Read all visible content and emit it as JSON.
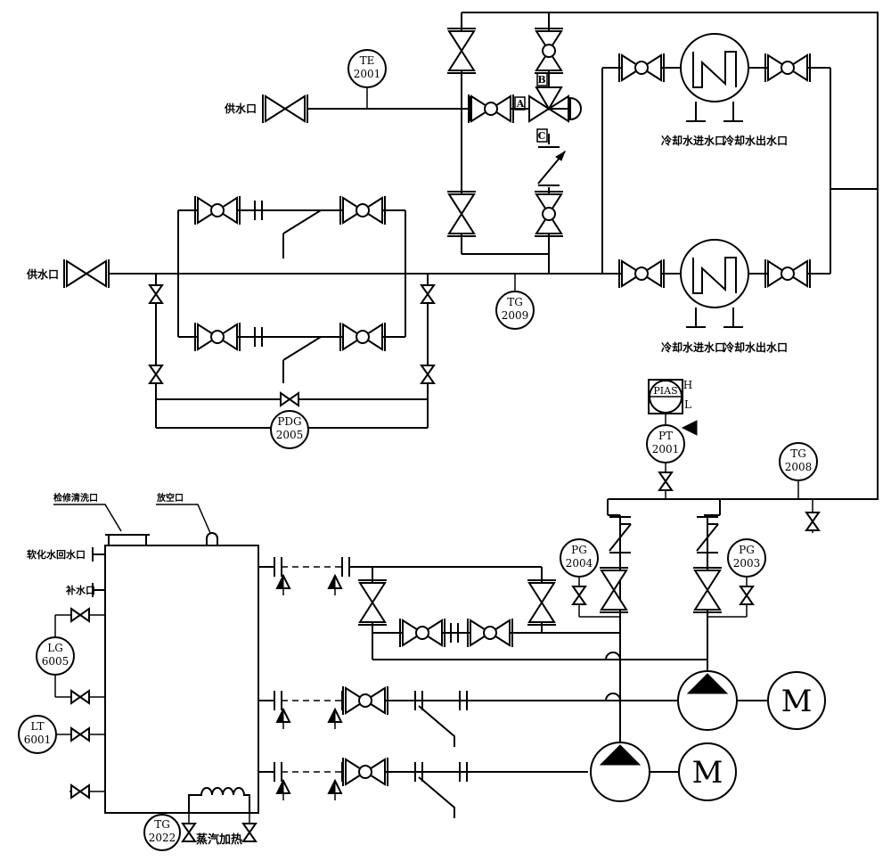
{
  "labels": {
    "supply_port_top": "供水口",
    "supply_port_left": "供水口",
    "cooling_in_1": "冷却水进水口",
    "cooling_out_1": "冷却水出水口",
    "cooling_in_2": "冷却水进水口",
    "cooling_out_2": "冷却水出水口",
    "maintenance_port": "检修清洗口",
    "vent_port": "放空口",
    "softened_return": "软化水回水口",
    "makeup_port": "补水口",
    "steam_heating": "蒸汽加热"
  },
  "instruments": {
    "te2001": {
      "code": "TE",
      "num": "2001"
    },
    "tg2009": {
      "code": "TG",
      "num": "2009"
    },
    "pdg2005": {
      "code": "PDG",
      "num": "2005"
    },
    "pias": {
      "code": "PIAS",
      "high": "H",
      "low": "L"
    },
    "pt2001": {
      "code": "PT",
      "num": "2001"
    },
    "tg2008": {
      "code": "TG",
      "num": "2008"
    },
    "pg2004": {
      "code": "PG",
      "num": "2004"
    },
    "pg2003": {
      "code": "PG",
      "num": "2003"
    },
    "lg6005": {
      "code": "LG",
      "num": "6005"
    },
    "lt6001": {
      "code": "LT",
      "num": "6001"
    },
    "tg2022": {
      "code": "TG",
      "num": "2022"
    }
  },
  "valve_ports": {
    "a": "A",
    "b": "B",
    "c": "C"
  },
  "motors": {
    "m1": "M",
    "m2": "M"
  }
}
